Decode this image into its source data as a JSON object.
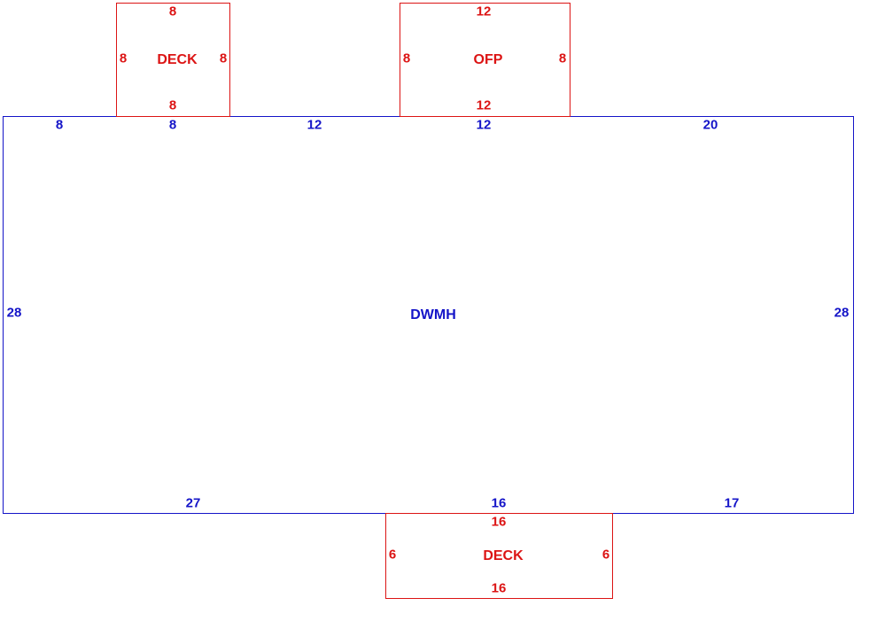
{
  "colors": {
    "main": "#1414c8",
    "addition": "#dc1414"
  },
  "sketch": {
    "main": {
      "label": "DWMH",
      "top_segments": [
        "8",
        "8",
        "12",
        "12",
        "20"
      ],
      "left": "28",
      "right": "28",
      "bottom_segments": [
        "27",
        "16",
        "17"
      ]
    },
    "deck_top": {
      "label": "DECK",
      "top": "8",
      "left": "8",
      "right": "8",
      "bottom": "8"
    },
    "ofp": {
      "label": "OFP",
      "top": "12",
      "left": "8",
      "right": "8",
      "bottom": "12"
    },
    "deck_bottom": {
      "label": "DECK",
      "top": "16",
      "left": "6",
      "right": "6",
      "bottom": "16"
    }
  }
}
